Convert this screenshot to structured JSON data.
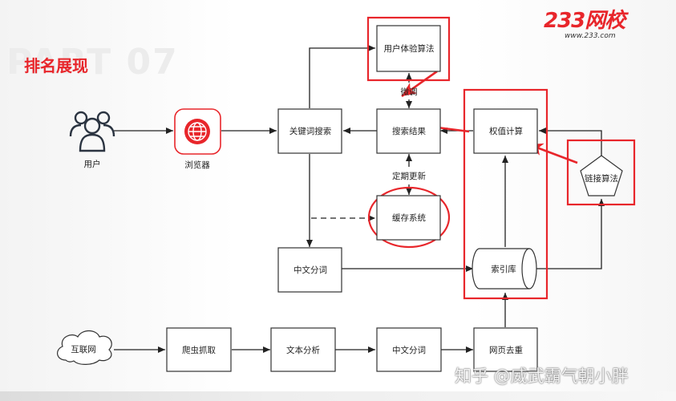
{
  "header": {
    "section_title": "排名展现",
    "background_watermark": "PART 07",
    "brand_logo": "233网校",
    "brand_url": "www.233.com"
  },
  "nodes": {
    "user": "用户",
    "browser": "浏览器",
    "keyword_search": "关键词搜索",
    "search_results": "搜索结果",
    "ux_algorithm": "用户体验算法",
    "weight_calc": "权值计算",
    "link_algorithm": "链接算法",
    "cache_system": "缓存系统",
    "chinese_seg_top": "中文分词",
    "index": "索引库",
    "internet": "互联网",
    "crawler": "爬虫抓取",
    "text_analysis": "文本分析",
    "chinese_seg_bottom": "中文分词",
    "dedup": "网页去重"
  },
  "edge_labels": {
    "fine_tune": "微调",
    "periodic_update": "定期更新"
  },
  "footer": {
    "zhihu_watermark": "知乎 @威武霸气朝小胖"
  },
  "colors": {
    "accent": "#e8262b",
    "line": "#222222",
    "box_border": "#333333"
  }
}
